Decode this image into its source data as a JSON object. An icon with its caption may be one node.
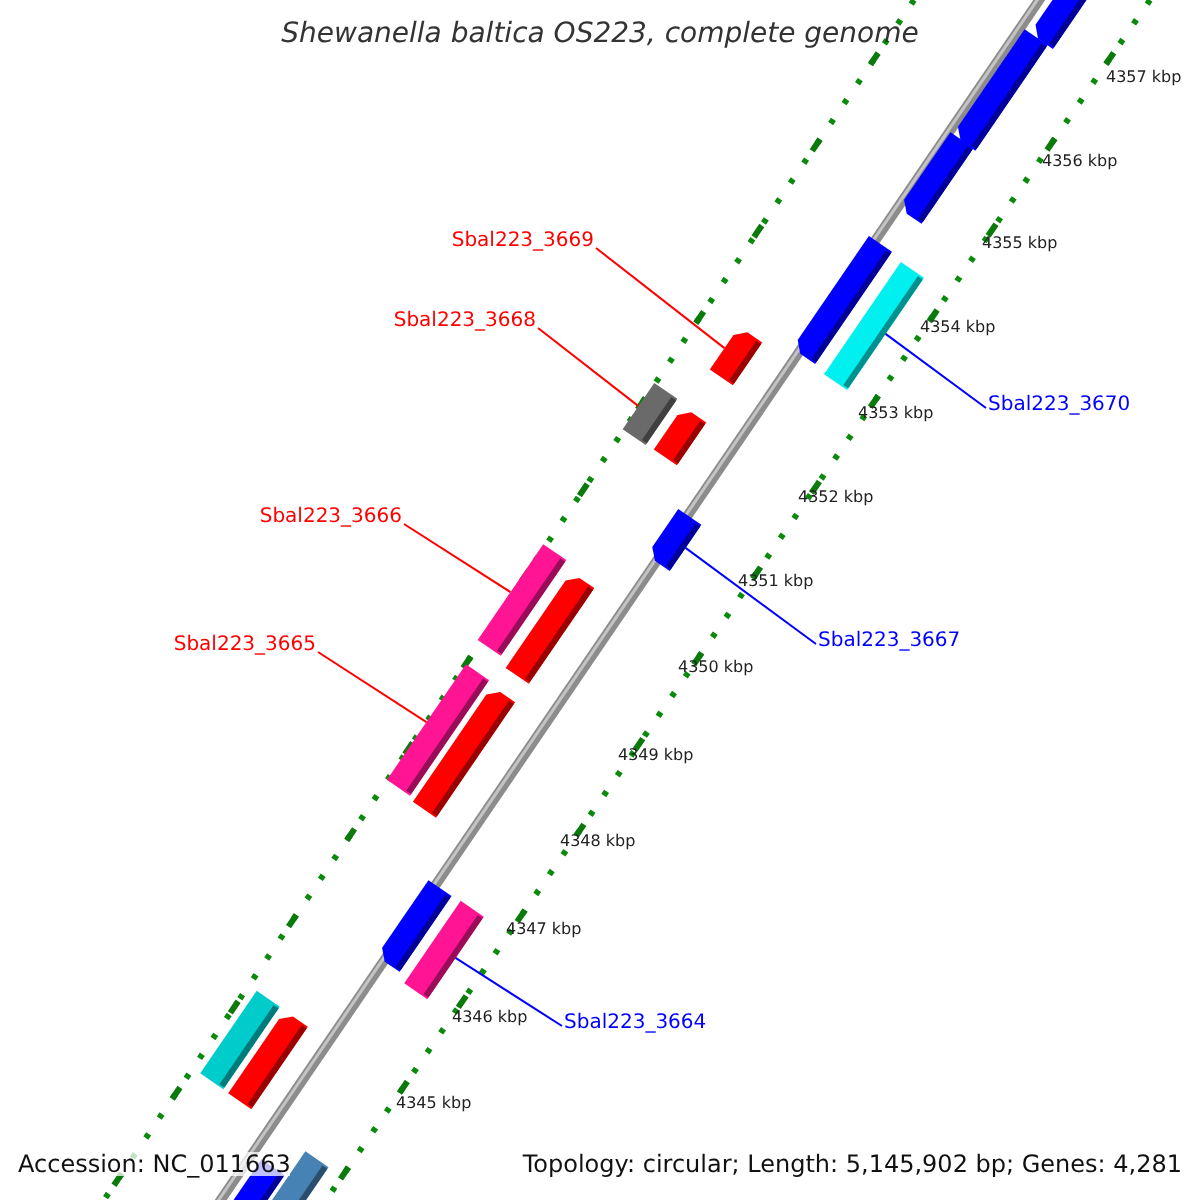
{
  "diagram": {
    "title": "Shewanella baltica OS223, complete genome",
    "nodes": [
      {
        "text": [
          "Sbal223_3669"
        ]
      },
      {
        "text": [
          "Sbal223_3668"
        ]
      },
      {
        "text": [
          "Sbal223_3670"
        ]
      },
      {
        "text": [
          "Sbal223_3666"
        ]
      },
      {
        "text": [
          "Sbal223_3667"
        ]
      },
      {
        "text": [
          "Sbal223_3665"
        ]
      },
      {
        "text": [
          "Sbal223_3664"
        ]
      },
      {
        "text": [],
        "shape": "arrow"
      },
      {
        "text": [],
        "shape": "arrow"
      },
      {
        "text": [],
        "shape": "arrow"
      },
      {
        "text": [],
        "shape": "arrow"
      },
      {
        "text": [],
        "shape": "bar"
      },
      {
        "text": [],
        "shape": "arrow"
      },
      {
        "text": [],
        "shape": "bar"
      },
      {
        "text": [],
        "shape": "arrow"
      },
      {
        "text": [],
        "shape": "arrow"
      },
      {
        "text": [],
        "shape": "bar"
      },
      {
        "text": [],
        "shape": "arrow"
      },
      {
        "text": [],
        "shape": "bar"
      },
      {
        "text": [],
        "shape": "arrow"
      },
      {
        "text": [],
        "shape": "arrow"
      },
      {
        "text": [],
        "shape": "bar"
      },
      {
        "text": [],
        "shape": "bar"
      },
      {
        "text": [],
        "shape": "arrow"
      },
      {
        "text": [],
        "shape": "bar"
      },
      {
        "text": [],
        "shape": "arrow"
      }
    ],
    "edges": [
      {
        "from": 0,
        "to": 12,
        "arrow": "none"
      },
      {
        "from": 1,
        "to": 13,
        "arrow": "none"
      },
      {
        "from": 2,
        "to": 11,
        "arrow": "none",
        "color": "#0000ff"
      },
      {
        "from": 3,
        "to": 16,
        "arrow": "none"
      },
      {
        "from": 4,
        "to": 15,
        "arrow": "none",
        "color": "#0000ff"
      },
      {
        "from": 5,
        "to": 18,
        "arrow": "none"
      },
      {
        "from": 6,
        "to": 21,
        "arrow": "none",
        "color": "#0000ff"
      }
    ],
    "labels": [
      "4357 kbp",
      "4356 kbp",
      "4355 kbp",
      "4354 kbp",
      "4353 kbp",
      "4352 kbp",
      "4351 kbp",
      "4350 kbp",
      "4349 kbp",
      "4348 kbp",
      "4347 kbp",
      "4346 kbp",
      "4345 kbp",
      "Accession: NC_011663",
      "Topology: circular; Length: 5,145,902 bp; Genes: 4,281"
    ]
  }
}
